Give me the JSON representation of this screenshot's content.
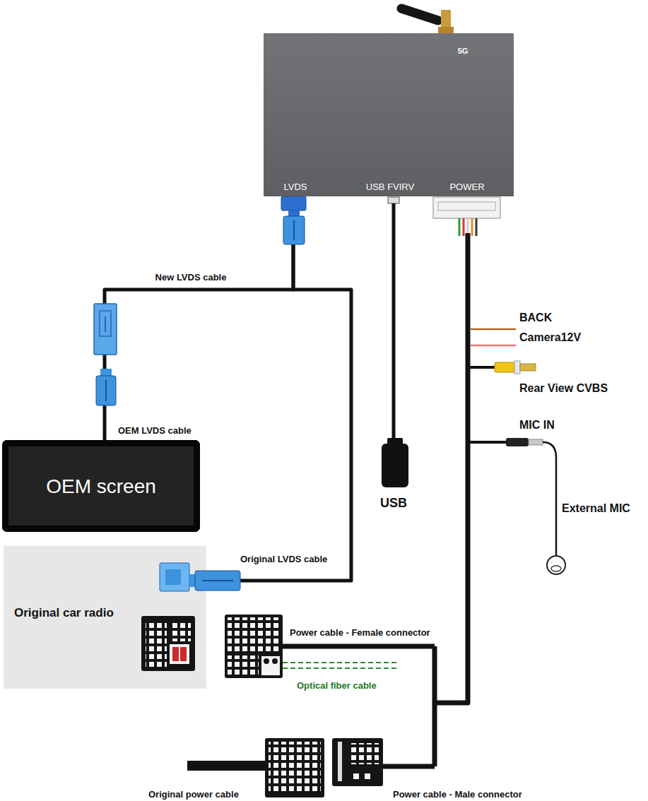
{
  "diagram": {
    "nodes": [
      {
        "text": [
          "5G",
          "LVDS",
          "USB FVIRV",
          "POWER"
        ]
      },
      {
        "text": [
          "OEM screen"
        ]
      },
      {
        "text": [
          "Original car radio"
        ]
      }
    ],
    "edges": [
      {
        "from": 0,
        "to": 1,
        "arrow": "none"
      },
      {
        "from": 0,
        "to": 2,
        "arrow": "none"
      }
    ],
    "labels": [
      "New LVDS cable",
      "OEM LVDS cable",
      "Original LVDS cable",
      "USB",
      "BACK",
      "Camera12V",
      "Rear View CVBS",
      "MIC IN",
      "External MIC",
      "Power cable - Female connector",
      "Optical fiber cable",
      "Original power cable",
      "Power cable - Male connector"
    ]
  }
}
